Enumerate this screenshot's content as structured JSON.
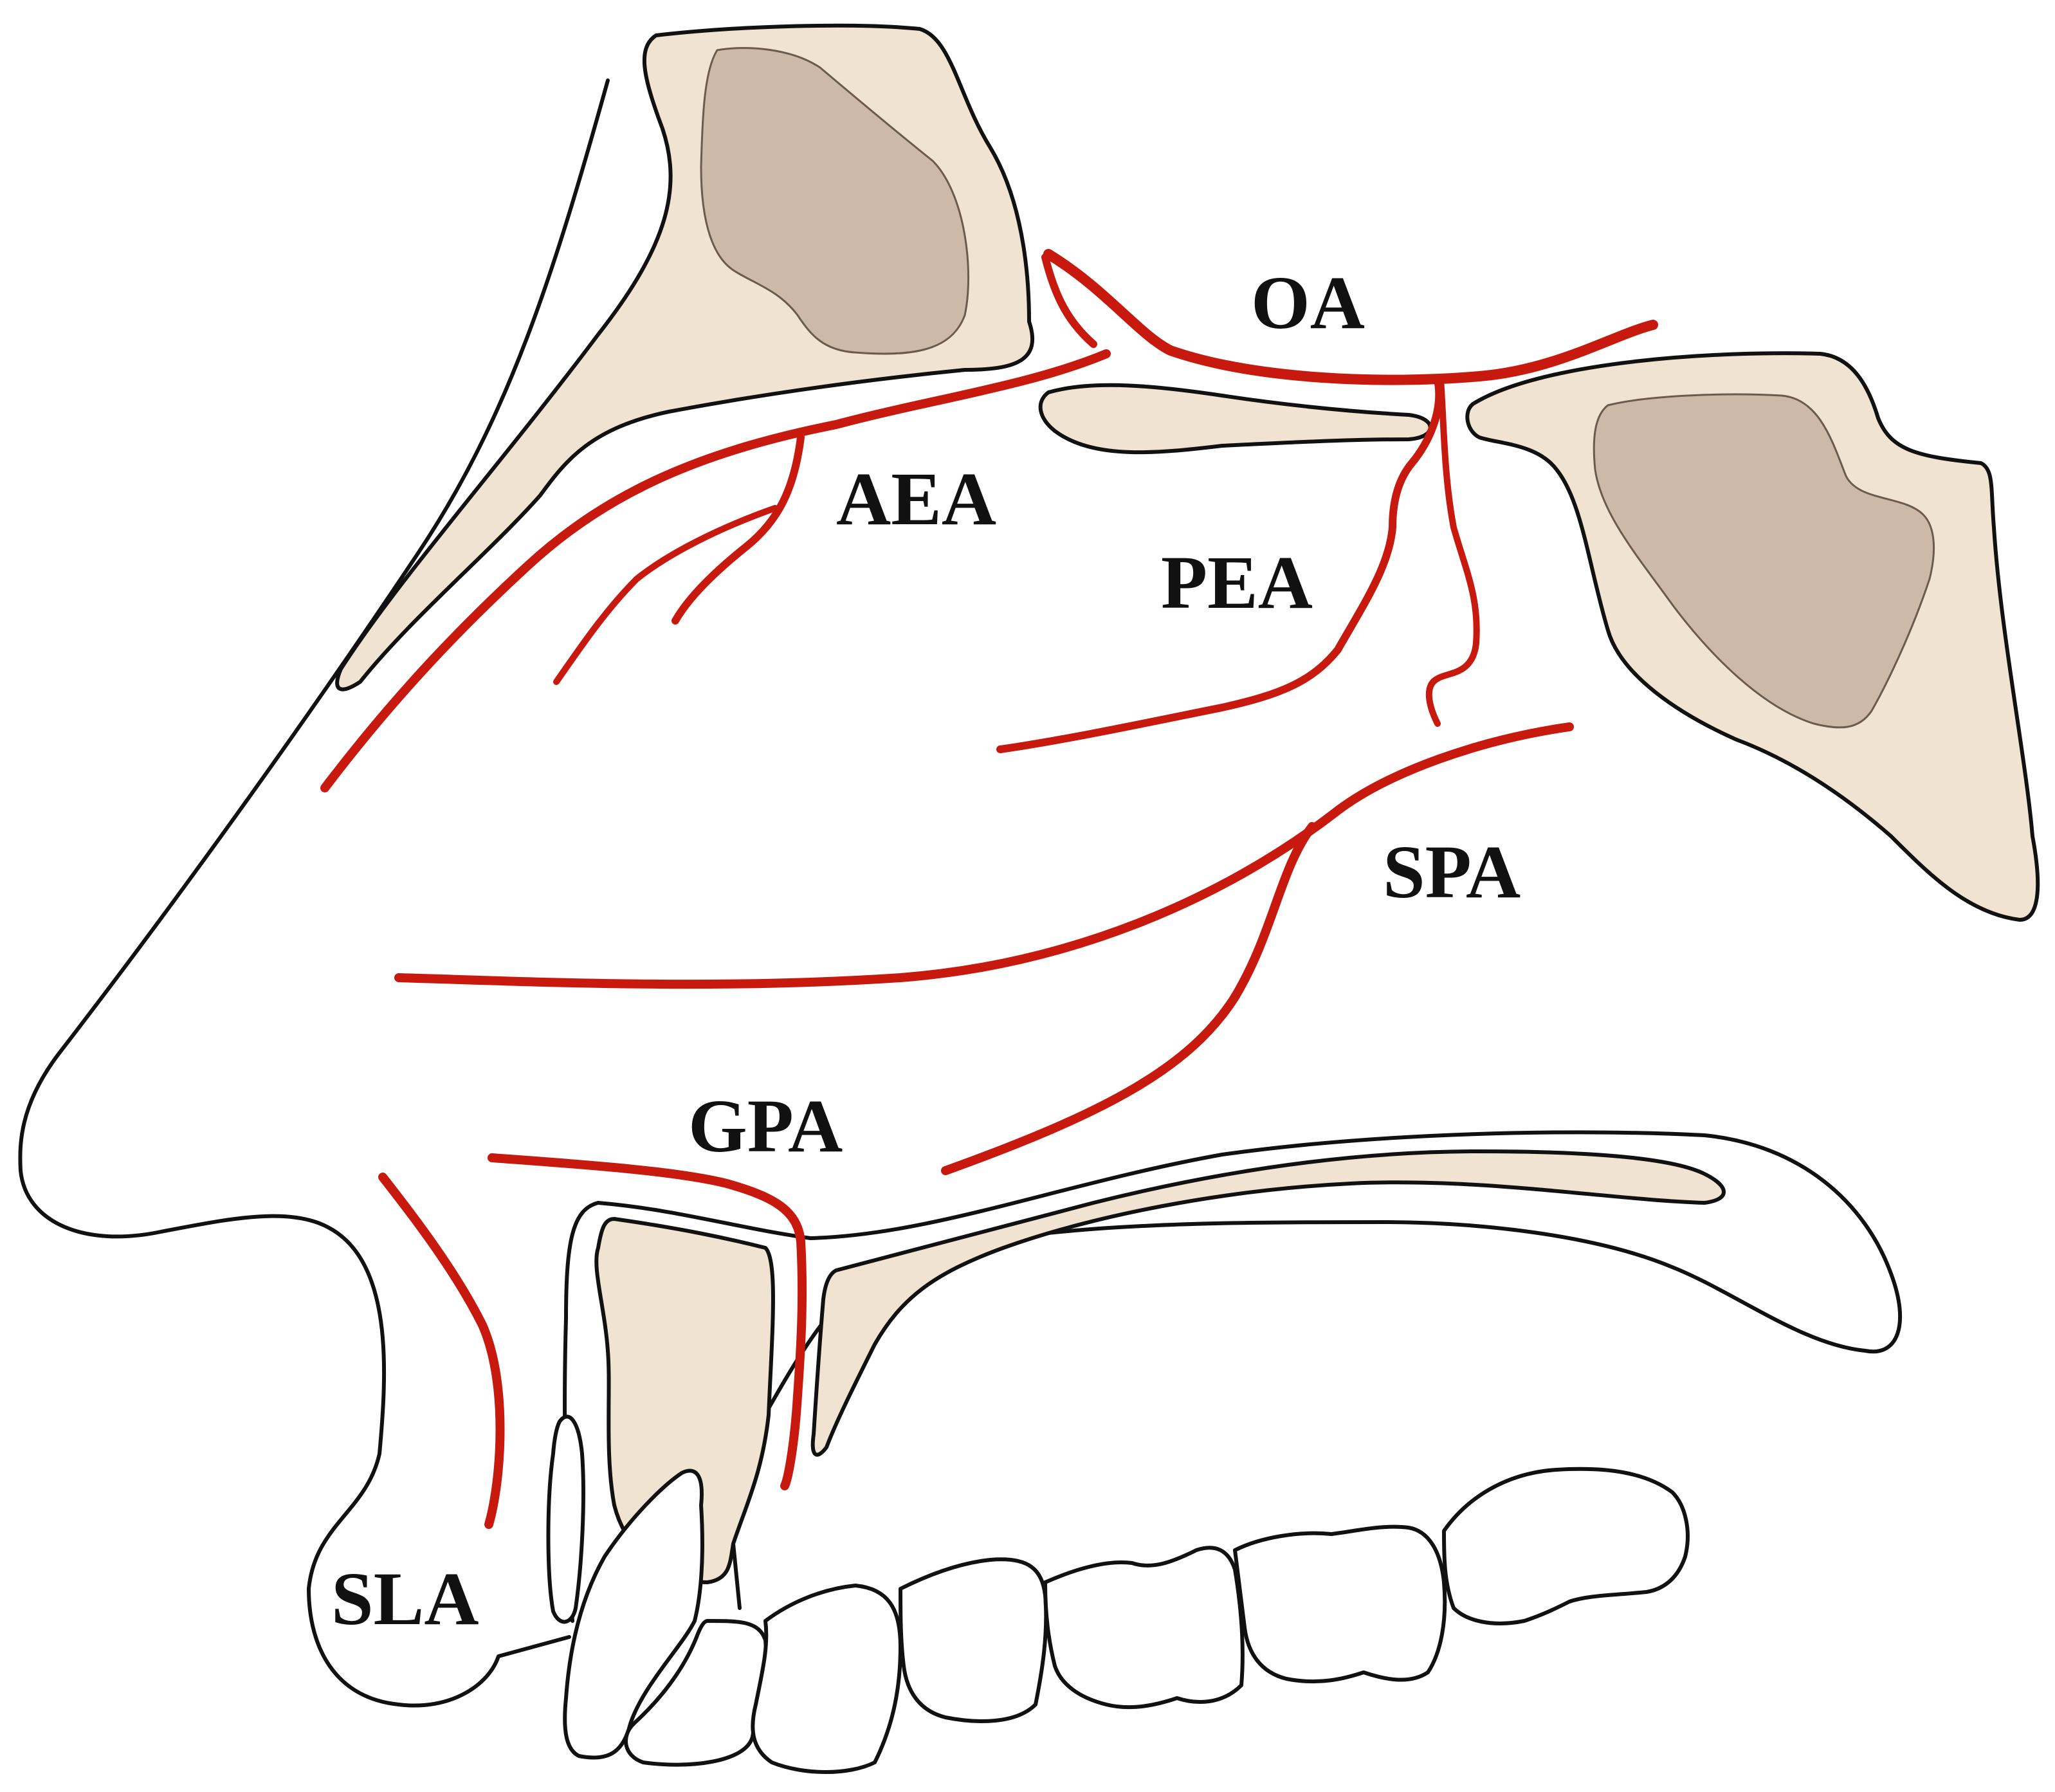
{
  "labels": {
    "oa": "OA",
    "aea": "AEA",
    "pea": "PEA",
    "spa": "SPA",
    "gpa": "GPA",
    "sla": "SLA"
  },
  "colors": {
    "artery": "#c8190e",
    "bone": "#f0e3d2",
    "sinus": "#cdb9a8",
    "outline": "#111111",
    "background": "#ffffff"
  }
}
